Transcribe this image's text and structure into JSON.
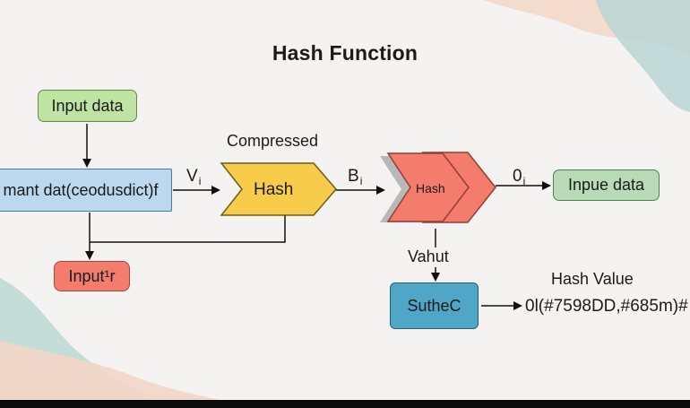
{
  "title": "Hash Function",
  "nodes": {
    "input_data": "Input data",
    "source_data": "mant dat(ceodusdict)f",
    "input_r": "Input¹r",
    "hash1": "Hash",
    "hash2": "Hash",
    "output_data": "Inpue data",
    "suthec": "SutheC"
  },
  "labels": {
    "compressed": "Compressed",
    "v_main": "V",
    "v_sub": "i",
    "b_main": "B",
    "b_sub": "i",
    "o_main": "0",
    "o_sub": "i",
    "vahut": "Vahut",
    "hash_value_heading": "Hash Value",
    "hash_value": "0l(#7598DD,#685m)#"
  },
  "colors": {
    "input_data_fill": "#bfe3a2",
    "source_fill": "#bcd8ef",
    "input_r_fill": "#f47c6c",
    "hash1_fill": "#f7cc4a",
    "hash2_fill": "#f47c6c",
    "output_fill": "#b7dbb4",
    "suthec_fill": "#4fa6c7"
  }
}
